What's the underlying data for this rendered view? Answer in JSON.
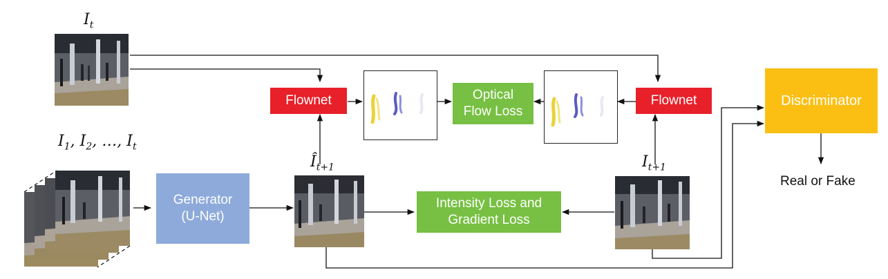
{
  "labels": {
    "it_main": "I",
    "it_sub": "t",
    "seq_main": "I",
    "seq_1": "1",
    "seq_2": "2",
    "seq_sep": ", …, ",
    "seq_t": "t",
    "pred_main": "Î",
    "pred_sub": "t+1",
    "next_main": "I",
    "next_sub": "t+1"
  },
  "blocks": {
    "flownet_left": "Flownet",
    "flownet_right": "Flownet",
    "optical_loss_line1": "Optical",
    "optical_loss_line2": "Flow Loss",
    "generator_line1": "Generator",
    "generator_line2": "(U-Net)",
    "intensity_line1": "Intensity Loss and",
    "intensity_line2": "Gradient Loss",
    "discriminator": "Discriminator",
    "real_or_fake": "Real or Fake"
  },
  "colors": {
    "flownet": "#e8202a",
    "loss": "#77c043",
    "generator": "#8eaadb",
    "discriminator": "#fbbf14"
  }
}
